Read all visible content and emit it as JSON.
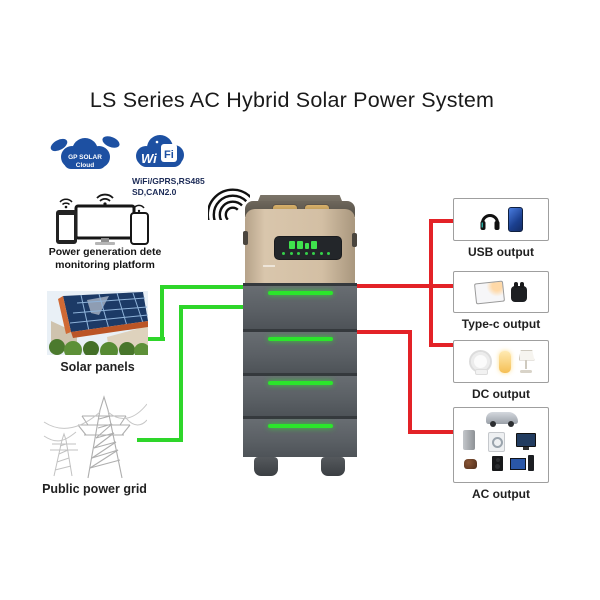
{
  "title": "LS Series AC Hybrid Solar Power System",
  "colors": {
    "accent_green": "#2ed62a",
    "accent_red": "#e32227",
    "brand_blue": "#1d50a2",
    "navy_text": "#1c2b57",
    "tower_gold": "#d3bfa4",
    "module_gray": "#5b6065",
    "led_green": "#2be62b"
  },
  "connectivity": {
    "cloud_line1": "GP SOLAR",
    "cloud_line2": "Cloud",
    "wifi_wi": "Wi",
    "wifi_fi": "Fi",
    "protocols_line1": "WiFi/GPRS,RS485",
    "protocols_line2": "SD,CAN2.0"
  },
  "monitoring": {
    "label_line1": "Power generation dete",
    "label_line2": "monitoring platform"
  },
  "solar": {
    "label": "Solar panels"
  },
  "grid": {
    "label": "Public power grid"
  },
  "outputs": [
    {
      "id": "usb",
      "label": "USB output"
    },
    {
      "id": "typec",
      "label": "Type-c output"
    },
    {
      "id": "dc",
      "label": "DC output"
    },
    {
      "id": "ac",
      "label": "AC output"
    }
  ]
}
